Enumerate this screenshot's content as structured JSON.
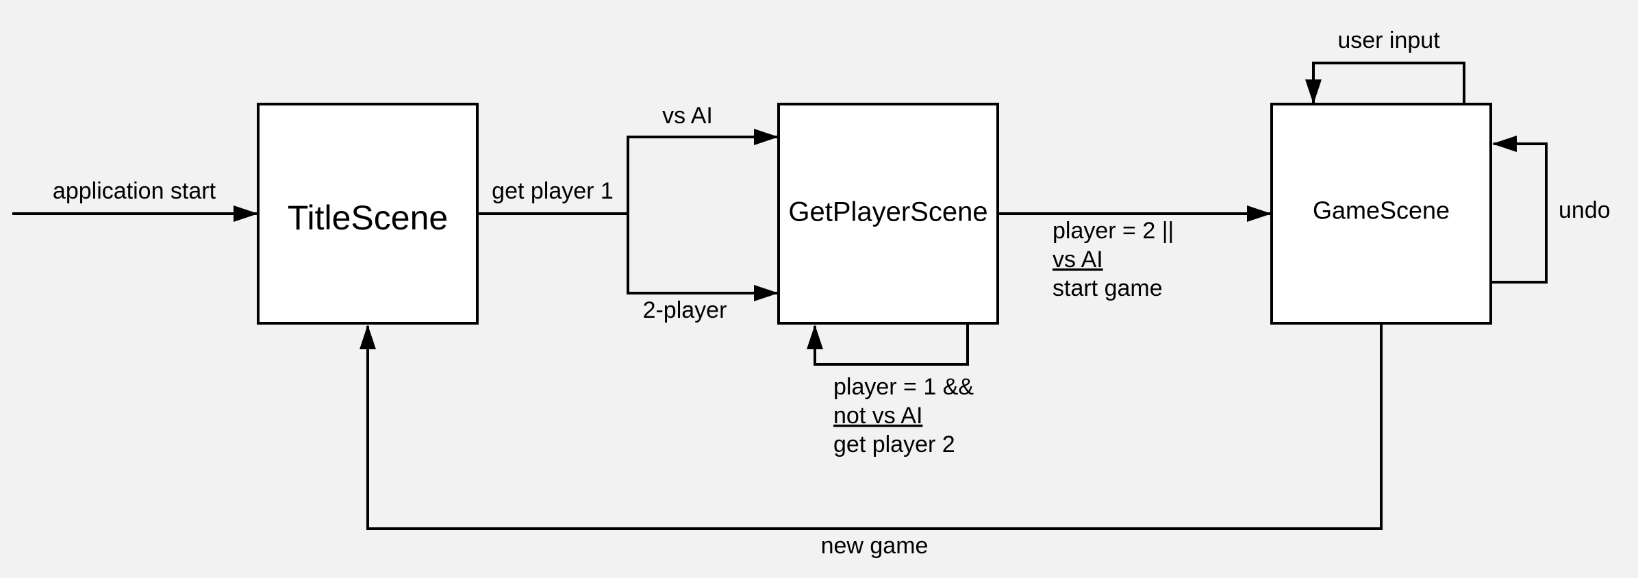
{
  "colors": {
    "background": "#f2f2f2",
    "node_fill": "#ffffff",
    "stroke": "#000000"
  },
  "nodes": {
    "title_scene": "TitleScene",
    "get_player_scene": "GetPlayerScene",
    "game_scene": "GameScene"
  },
  "edges": {
    "application_start": "application start",
    "get_player_1": "get player 1",
    "vs_ai": "vs AI",
    "two_player": "2-player",
    "start_game_line1": "player = 2 ||",
    "start_game_line2": "vs AI",
    "start_game_line3": "start game",
    "get_player_2_line1": "player = 1 &&",
    "get_player_2_line2": "not vs AI",
    "get_player_2_line3": "get player 2",
    "user_input": "user input",
    "undo": "undo",
    "new_game": "new game"
  }
}
